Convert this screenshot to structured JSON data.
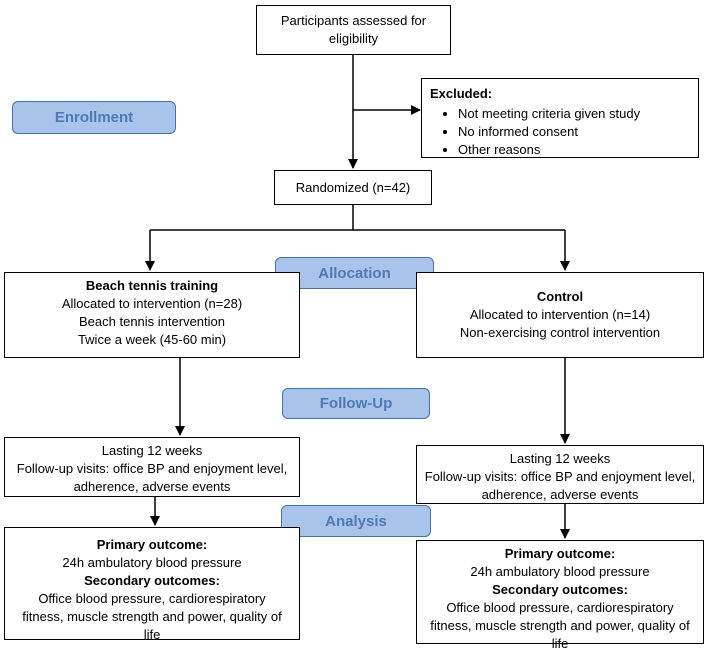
{
  "eligibility": {
    "line1": "Participants assessed for",
    "line2": "eligibility"
  },
  "excluded": {
    "title": "Excluded:",
    "items": [
      "Not meeting criteria given study",
      "No informed consent",
      "Other reasons"
    ]
  },
  "stages": {
    "enrollment": "Enrollment",
    "allocation": "Allocation",
    "followup": "Follow-Up",
    "analysis": "Analysis"
  },
  "randomized": "Randomized (n=42)",
  "allocation": {
    "left": {
      "title": "Beach tennis training",
      "lines": [
        "Allocated to intervention (n=28)",
        "Beach tennis intervention",
        "Twice a week (45-60 min)"
      ]
    },
    "right": {
      "title": "Control",
      "lines": [
        "Allocated to intervention (n=14)",
        "Non-exercising control intervention"
      ]
    }
  },
  "followup": {
    "left": [
      "Lasting 12 weeks",
      "Follow-up visits: office BP and enjoyment level,",
      "adherence, adverse events"
    ],
    "right": [
      "Lasting 12 weeks",
      "Follow-up visits: office BP and enjoyment level,",
      "adherence, adverse events"
    ]
  },
  "analysis": {
    "left": {
      "primary_title": "Primary outcome:",
      "primary": "24h ambulatory blood pressure",
      "secondary_title": "Secondary outcomes:",
      "secondary": [
        "Office blood pressure, cardiorespiratory",
        "fitness, muscle strength and power, quality of",
        "life"
      ]
    },
    "right": {
      "primary_title": "Primary outcome:",
      "primary": "24h ambulatory blood pressure",
      "secondary_title": "Secondary outcomes:",
      "secondary": [
        "Office blood pressure, cardiorespiratory",
        "fitness, muscle strength and power, quality of",
        "life"
      ]
    }
  },
  "colors": {
    "stage_fill": "#a9c4ea",
    "stage_text": "#4f79b5",
    "stage_border": "#4a6fa5"
  }
}
